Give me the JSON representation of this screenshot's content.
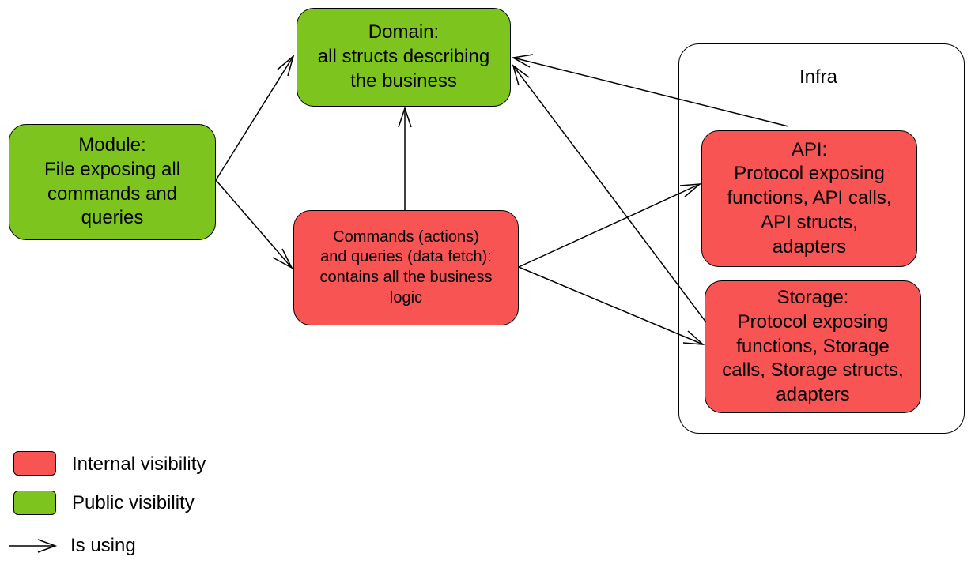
{
  "nodes": {
    "domain": {
      "title": "Domain:",
      "body": "all structs describing\nthe business"
    },
    "module": {
      "title": "Module:",
      "body": "File exposing all\ncommands and\nqueries"
    },
    "commands": {
      "body": "Commands (actions)\nand queries (data fetch):\ncontains all the business\nlogic"
    },
    "api": {
      "title": "API:",
      "body": "Protocol exposing\nfunctions, API calls,\nAPI structs,\nadapters"
    },
    "storage": {
      "title": "Storage:",
      "body": "Protocol exposing\nfunctions, Storage\ncalls, Storage structs,\nadapters"
    }
  },
  "infra": {
    "title": "Infra"
  },
  "legend": {
    "internal": "Internal visibility",
    "public": "Public visibility",
    "using": "Is using"
  },
  "colors": {
    "public": "#7ec41f",
    "internal": "#f95454",
    "stroke": "#000000"
  }
}
